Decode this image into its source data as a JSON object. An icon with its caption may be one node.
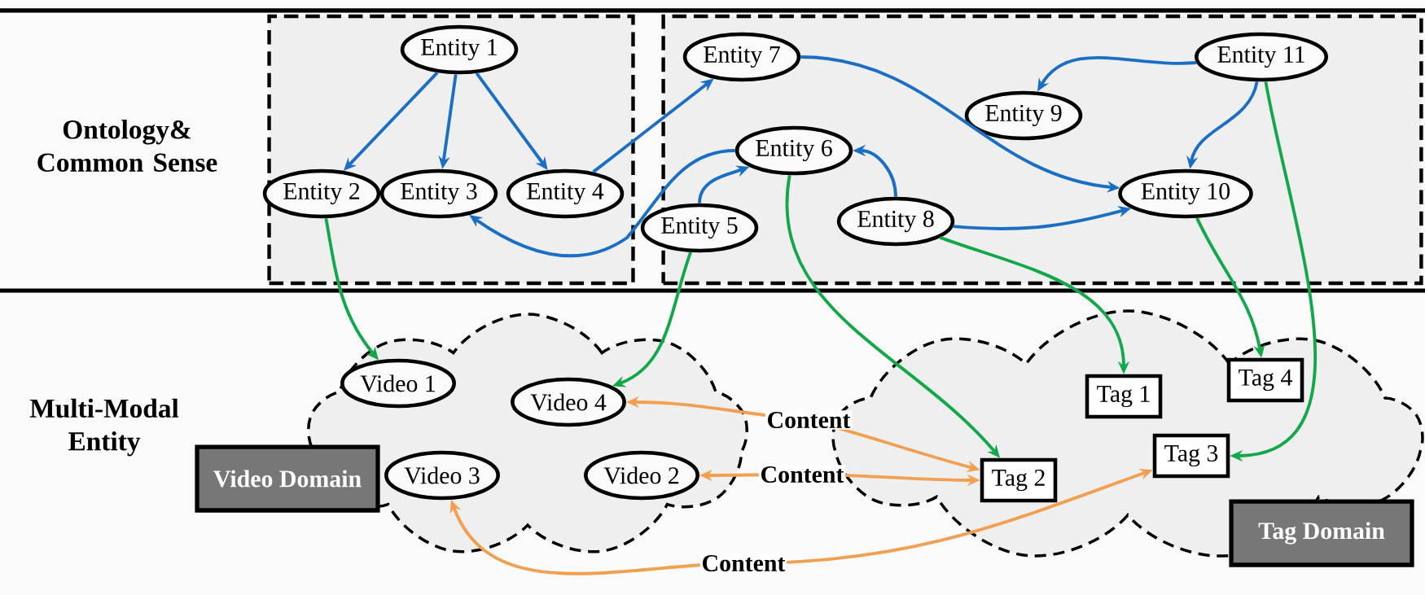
{
  "diagram": {
    "nodes": [
      {
        "text": [],
        "shape": "box"
      },
      {
        "text": [],
        "shape": "box"
      },
      {
        "text": [
          "Entity 1"
        ],
        "in": 0
      },
      {
        "text": [
          "Entity 2"
        ],
        "in": 0
      },
      {
        "text": [
          "Entity 3"
        ],
        "in": 0
      },
      {
        "text": [
          "Entity 4"
        ],
        "in": 0
      },
      {
        "text": [
          "Entity 5"
        ],
        "in": 1
      },
      {
        "text": [
          "Entity 6"
        ],
        "in": 1
      },
      {
        "text": [
          "Entity 7"
        ],
        "in": 1
      },
      {
        "text": [
          "Entity 8"
        ],
        "in": 1
      },
      {
        "text": [
          "Entity 9"
        ],
        "in": 1
      },
      {
        "text": [
          "Entity 10"
        ],
        "in": 1
      },
      {
        "text": [
          "Entity 11"
        ],
        "in": 1
      },
      {
        "text": [],
        "shape": "cloud"
      },
      {
        "text": [
          "Video 1"
        ],
        "in": 13
      },
      {
        "text": [
          "Video 4"
        ],
        "in": 13
      },
      {
        "text": [
          "Video 3"
        ],
        "in": 13
      },
      {
        "text": [
          "Video 2"
        ],
        "in": 13
      },
      {
        "text": [
          "Video Domain"
        ]
      },
      {
        "text": [],
        "shape": "cloud"
      },
      {
        "text": [
          "Tag 1"
        ],
        "in": 19
      },
      {
        "text": [
          "Tag 4"
        ],
        "in": 19
      },
      {
        "text": [
          "Tag 2"
        ],
        "in": 19
      },
      {
        "text": [
          "Tag 3"
        ],
        "in": 19
      },
      {
        "text": [
          "Tag Domain"
        ]
      }
    ],
    "edges": [
      {
        "from": 2,
        "to": 3,
        "arrow": "to"
      },
      {
        "from": 2,
        "to": 4,
        "arrow": "to"
      },
      {
        "from": 2,
        "to": 5,
        "arrow": "to"
      },
      {
        "from": 5,
        "to": 8,
        "arrow": "to"
      },
      {
        "from": 7,
        "to": 4,
        "arrow": "to"
      },
      {
        "from": 6,
        "to": 7,
        "arrow": "to"
      },
      {
        "from": 9,
        "to": 7,
        "arrow": "to"
      },
      {
        "from": 8,
        "to": 11,
        "arrow": "to"
      },
      {
        "from": 9,
        "to": 11,
        "arrow": "to"
      },
      {
        "from": 12,
        "to": 10,
        "arrow": "to"
      },
      {
        "from": 12,
        "to": 11,
        "arrow": "to"
      },
      {
        "from": 3,
        "to": 14,
        "arrow": "to",
        "color": "#12a84a"
      },
      {
        "from": 6,
        "to": 15,
        "arrow": "to",
        "color": "#12a84a"
      },
      {
        "from": 7,
        "to": 22,
        "arrow": "to",
        "color": "#12a84a"
      },
      {
        "from": 9,
        "to": 20,
        "arrow": "to",
        "color": "#12a84a"
      },
      {
        "from": 11,
        "to": 21,
        "arrow": "to",
        "color": "#12a84a"
      },
      {
        "from": 12,
        "to": 23,
        "arrow": "to",
        "color": "#12a84a"
      },
      {
        "from": 15,
        "to": 22,
        "arrow": "both",
        "label": "Content",
        "color": "#f0a050"
      },
      {
        "from": 17,
        "to": 22,
        "arrow": "both",
        "label": "Content",
        "color": "#f0a050"
      },
      {
        "from": 16,
        "to": 23,
        "arrow": "both",
        "label": "Content",
        "color": "#f0a050"
      }
    ],
    "labels": [
      "Ontology& Common Sense",
      "Multi-Modal Entity"
    ]
  }
}
